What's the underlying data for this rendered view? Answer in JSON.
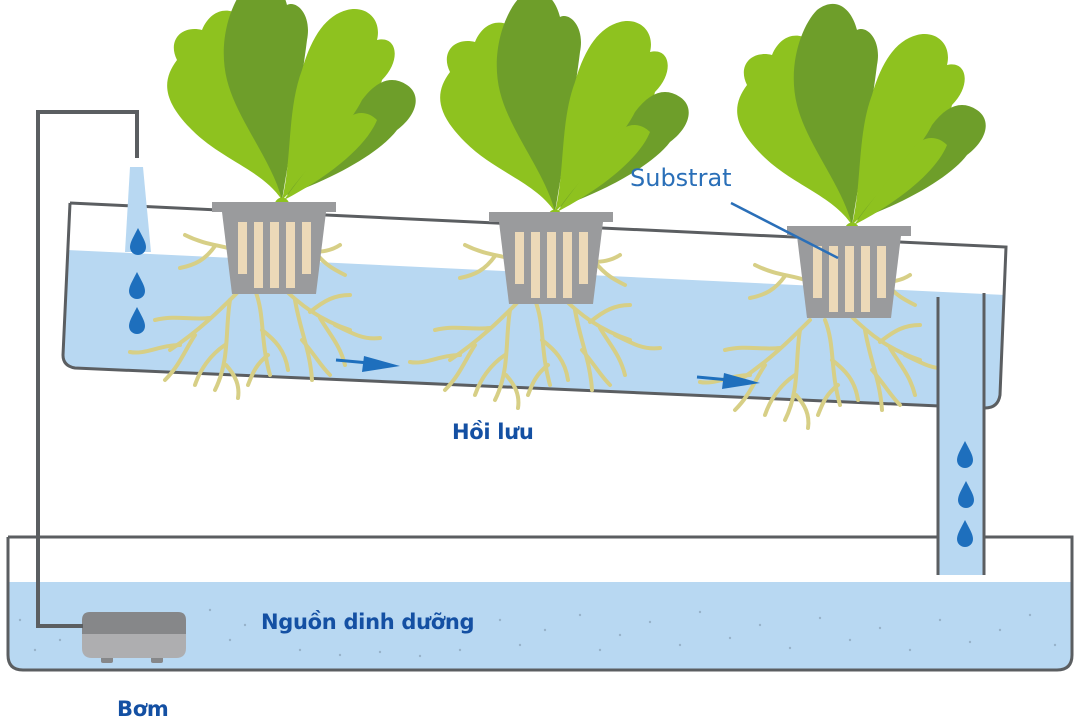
{
  "diagram": {
    "type": "hydroponic-nft-system",
    "labels": {
      "substrat": "Substrat",
      "reflux": "Hồi lưu",
      "nutrient_source": "Nguồn dinh dưỡng",
      "pump": "Bơm"
    },
    "components": [
      {
        "id": "upper-channel",
        "name": "Growing channel (tilted tray)"
      },
      {
        "id": "plant-1",
        "name": "Lettuce plant in net pot"
      },
      {
        "id": "plant-2",
        "name": "Lettuce plant in net pot"
      },
      {
        "id": "plant-3",
        "name": "Lettuce plant in net pot"
      },
      {
        "id": "supply-pipe",
        "name": "Supply pipe from pump"
      },
      {
        "id": "return-pipe",
        "name": "Return pipe"
      },
      {
        "id": "reservoir",
        "name": "Nutrient reservoir"
      },
      {
        "id": "pump",
        "name": "Pump"
      }
    ],
    "flow_arrows": 2,
    "droplets": {
      "inlet": 3,
      "return": 3
    },
    "colors": {
      "water": "#b8d8f2",
      "outline": "#5b5e61",
      "label_blue": "#1450a3",
      "substrat_blue": "#2a6fb8",
      "droplet": "#1e6fbd",
      "leaf_light": "#8ec21f",
      "leaf_dark": "#6e9e2a",
      "pot": "#9a9b9d",
      "pot_slot": "#ecd9b8",
      "root": "#d7cf86",
      "pump_top": "#868789",
      "pump_bottom": "#aeaeb0"
    }
  }
}
